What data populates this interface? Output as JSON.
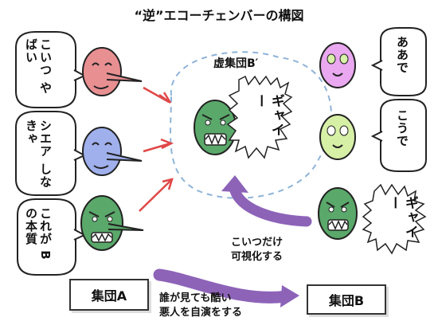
{
  "title": "“逆”エコーチェンバーの構図",
  "virtual_group_label": "虚集団B′",
  "left_bubbles": [
    {
      "id": "top",
      "lines": [
        "こいつ",
        "やばい"
      ]
    },
    {
      "id": "mid",
      "lines": [
        "シエア",
        "しなきゃ"
      ]
    },
    {
      "id": "bot",
      "lines": [
        "これが",
        "Bの本質"
      ]
    }
  ],
  "right_bubbles": [
    {
      "id": "top",
      "text": "ああで"
    },
    {
      "id": "mid",
      "text": "こうで"
    }
  ],
  "shout_center": "ギャイー",
  "shout_right": "ギャイー",
  "caption_visualize": [
    "こいつだけ",
    "可視化する"
  ],
  "caption_act": [
    "誰が見ても酷い",
    "悪人を自演をする"
  ],
  "group_a": "集団A",
  "group_b": "集団B",
  "colors": {
    "pink_face": "#e88f92",
    "blue_face": "#9fb0ec",
    "green_face": "#5aa86a",
    "violet_face": "#e9a8ef",
    "lime_face": "#d6f0a6",
    "red_arrow": "#e04848",
    "purple_arrow": "#8d63b8",
    "dashed": "#8fb3d8"
  }
}
